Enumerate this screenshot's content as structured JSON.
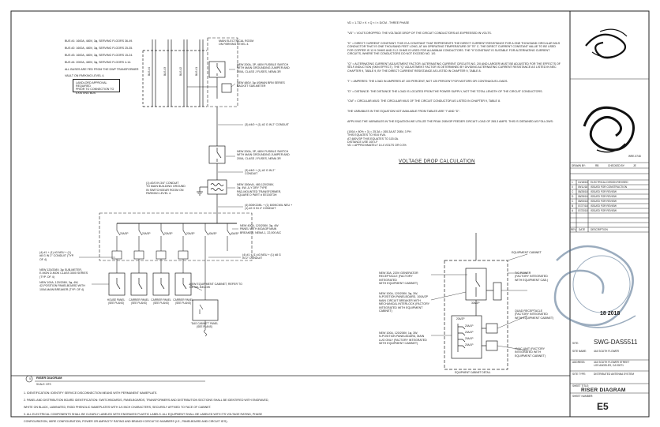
{
  "bus_notes": [
    "BUS #1: 1600A, 480V, 3φ, SERVING FLOORS 36-49.",
    "BUS #2: 1600A, 480V, 3φ, SERVING FLOORS 25-35.",
    "BUS #3: 1600A, 480V, 3φ, SERVING FLOORS 15-24.",
    "BUS #4: 2000A, 480V, 3φ, SERVING FLOORS 4-14.",
    "ALL BUSES ARE FED FROM THE DWP TRANSFORMER",
    "VAULT ON PARKING LEVEL 4."
  ],
  "bus_labels": [
    "BUS #4",
    "BUS #3",
    "BUS #2",
    "BUS #1"
  ],
  "landlord_note": "LANDLORD APPROVAL REQUIRED\nPRIOR TO CONNECTION TO\nEXISTING BUS",
  "main_room": "MAIN ELECTRICAL ROOM\nON PARKING LEVEL 4.",
  "labels": {
    "fused1": "NEW 200A, 3P, 480V FUSIBLE SWITCH\nWITH MAIN GROUNDING JUMPER AND\n200A, CLASS J FUSES, NEMA 3R",
    "meter": "NEW 480V, 3φ 4/0WAN BRN SERIES\nBACKET SUB-METER",
    "cond1": "(3) #4/0 + (1) #2 G IN 2\" CONDUIT",
    "fused2": "NEW 200A, 3P, 480V FUSIBLE SWITCH\nWITH MAIN GROUNDING JUMPER AND\n200A, CLASS J FUSES, NEMA 3R",
    "cond2": "(3) #4/0 + (1) #2 G IN 2\"\nCONDUIT",
    "ground": "(1) #2/0 IN 3/4\" CONDUIT\nTO MAIN BUILDING GROUND\nIN SWITCHGEAR ROOM ON\nPARKING LEVEL 4.",
    "xfmr": "NEW 150kVA, 480-120/208V,\n3φ, 4W, Δ-Y DRY TYPE\nPAD-MOUNTED TRANSFORMER,\nSQUARE D PART # EE150T3H",
    "cond3": "(4) 500KCMIL + (1) 600KCMIL NEU +\n(1) #2 G IN 4\" CONDUIT",
    "mainpanel": "NEW 400A, 120/208V, 3φ, 4W\nPANEL WITH 400A/3P MAIN\nBREAKER, NEMA 1, 22,000 AIC",
    "feeders_l": "(4) #1 + (1) #3 NEU + (1)\n#8 G IN 2\" CONDUIT (TYP.\nOF 4)",
    "feeders_r": "(4) #1 + (1) #3 NEU + (1) #8 G\nIN 2\" CONDUIT",
    "submeter": "NEW 120/208V, 3φ SUB-METER,\nE-MON D-MON CLASS 3000 SERIES\n(TYP. OF 4)",
    "panels": "NEW 100A, 120/208V, 3φ, 4W,\n42-POSITION PANELBOARD WITH\n100A MAIN BREAKER (TYP. OF 4)",
    "equip_refer": "NEW EQUIPMENT CABINET, REFER TO\nDETAIL BELOW",
    "breaker_a": "40A/3P",
    "breaker_b": "20A/3P"
  },
  "panel_labels": [
    "HOUSE PANEL\n(SEE PLANS)",
    "CARRIER PANEL\n(SEE PLANS)",
    "CARRIER PANEL\n(SEE PLANS)",
    "CARRIER PANEL\n(SEE PLANS)"
  ],
  "das_panel": "\"DAS CABINET\" PANEL\n(SEE PLANS)",
  "vd_title": "VOLTAGE DROP CALCULATION",
  "vd_formula": "VD = 1.732 × K × Q × I × D/CM - THREE PHASE",
  "vd_paras": [
    "\"VD\" = VOLTS DROPPED: THE VOLTAGE DROP OF THE CIRCUIT CONDUCTORS AS EXPRESSED IN VOLTS.",
    "\"K\" = DIRECT CURRENT CONSTANT: THIS IS A CONSTANT THAT REPRESENTS THE DIRECT CURRENT RESISTANCE FOR A ONE THOUSAND CIRCULAR MILS CONDUCTOR THAT IS ONE THOUSAND FEET LONG, AT AN OPERATING TEMPERATURE OF 75° C. THE DIRECT CURRENT CONSTANT VALUE TO BE USED FOR COPPER IS 12.9 OHMS AND 21.2 OHMS IS USED FOR ALUMINUM CONDUCTORS. THE \"K\"CONSTANT IS SUITABLE FOR ALTERNATING CURRENT CIRCUITS, WHERE THE CONDUCTORS DO NOT EXCEED NO. 1/0.",
    "\"Q\" = ALTERNATING CURRENT ADJUSTMENT FACTOR: ALTERNATING CURRENT CIRCUITS NO. 2/0 AND LARGER MUST BE ADJUSTED FOR THE EFFECTS OF SELF-INDUCTION (SKIN EFFECT). THE \"Q\" ADJUSTMENT FACTOR IS DETERMINED BY DIVIDING ALTERNATING CURRENT RESISTANCE AS LISTED IN NEC CHAPTER 9, TABLE 9, BY THE DIRECT CURRENT RESISTANCE AS LISTED IN CHAPTER 9, TABLE 8.",
    "\"I\" = AMPERES: THE LOAD IN AMPERES AT 100 PERCENT, NOT 125 PERCENT FOR MOTORS OR CONTINUOUS LOADS.",
    "\"D\" = DISTANCE: THE DISTANCE THE LOAD IS LOCATED FROM THE POWER SUPPLY, NOT THE TOTAL LENGTH OF THE CIRCUIT CONDUCTORS.",
    "\"CM\" = CIRCULAR-MILS: THE CIRCULAR MILS OF THE CIRCUIT CONDUCTOR AS LISTED IN CHAPTER 9, TABLE 8.",
    "THE VARIABLES IN THE EQUATION NOT AVAILABLE FROM TABLES ARE \"I\" AND \"D\".",
    "APPLYING THE VARIABLES IN THE EQUATION WE UTILIZE THE PEAK 208V/3P FEEDER CIRCUIT LOAD OF 265.3 AMPS. THIS IS OBTAINED AS FOLLOWS:"
  ],
  "vd_calc": "(100A × 80% × 3) = 25.3A = 265.3A AT 208V, 3 PH\nTHIS EQUATES TO 95.6 KVA.\nAT 480V/3P THIS EQUATES TO 115.0A.\nDISTANCE USE 100 LF\nVD = APPROXIMATELY 14.4 VOLTS OR 0.3%",
  "cab": {
    "title": "EQUIPMENT CABINET DETAIL",
    "equip_cabinet": "EQUIPMENT CABINET",
    "recep": "NEW 30A, 220V GENERATOR\nRECEPTACLE (FACTORY INTEGRATED\nWITH EQUIPMENT CABINET)",
    "pb1": "NEW 100A, 120/208V, 3φ, 3W,\nN-POSITION PANELBOARD, 100A/2P\nMAIN CIRCUIT BREAKER WITH\nMECHANICAL INTERLOCK (FACTORY\nINTEGRATED WITH EQUIPMENT\nCABINET)",
    "pb2": "NEW 100A, 120/208V, 1φ, 3W,\nN-POSITION PANELBOARD, MAIN\nLUG ONLY (FACTORY INTEGRATED\nWITH EQUIPMENT CABINET)",
    "tvss": "T/C POWER\n(FACTORY INTEGRATED\nWITH EQUIPMENT CAB.)",
    "quad": "QUAD RECEPTACLE\n(FACTORY INTEGRATED\nWITH EQUIPMENT CABINET)",
    "hvac": "HVAC UNIT (FACTORY\nINTEGRATED WITH\nEQUIPMENT CABINET)",
    "brk1": "30A/2P",
    "brk2": "20A/1P",
    "brk3": "20A/2P"
  },
  "riser": {
    "num": "5",
    "title": "RISER DIAGRAM",
    "scale": "SCALE: NTS"
  },
  "general_notes": [
    "1.  IDENTIFICATION: IDENTIFY SERVICE DISCONNECTION MEANS WITH PERMANENT NAMEPLATE.",
    "2.  PANEL AND DISTRIBUTION BOARD IDENTIFICATION: SWITCHBOARDS, PANELBOARDS, TRANSFORMERS AND DISTRIBUTION SECTIONS SHALL BE IDENTIFIED WITH ENGRAVED,",
    "     WHITE ON BLACK, LAMINATED, RIGID PHENOLIC NAMEPLATES WITH 1/4 INCH CHARACTERS, SECURELY AFFIXED TO FACE OF CABINET.",
    "3.  ALL ELECTRICAL COMPONENTS SHALL BE CLEARLY LABELED WITH ENGRAVED PLASTIC LABELS. ALL EQUIPMENT SHALL BE LABELED WITH ITS VOLTAGE RATING, PHASE",
    "     CONFIGURATION, WIRE CONFIGURATION, POWER OR AMPACITY RATING AND BRANCH CIRCUIT ID NUMBERS (I.E., PANELBOARD AND CIRCUIT ID'S)."
  ],
  "title_block": {
    "logo_ref": "WRE-5748",
    "drawn_by_label": "DRAWN BY:",
    "drawn_by": "RB",
    "checked_by_label": "CHECKED BY:",
    "checked_by": "JE",
    "revisions": [
      {
        "rev": "1",
        "date": "10/18/18",
        "desc": "ELECTRICAL DESIGN REVISED"
      },
      {
        "rev": "0",
        "date": "09/11/18",
        "desc": "ISSUED FOR CONSTRUCTION"
      },
      {
        "rev": "C",
        "date": "08/28/18",
        "desc": "ISSUED FOR REVIEW"
      },
      {
        "rev": "D",
        "date": "08/28/18",
        "desc": "ISSUED FOR REVIEW"
      },
      {
        "rev": "C",
        "date": "08/05/18",
        "desc": "ISSUED FOR REVIEW"
      },
      {
        "rev": "B",
        "date": "07/27/18",
        "desc": "ISSUED FOR REVIEW"
      },
      {
        "rev": "A",
        "date": "07/23/18",
        "desc": "ISSUED FOR REVIEW"
      }
    ],
    "rev_header": [
      "REV.",
      "DATE",
      "DESCRIPTION"
    ],
    "stamp_year": "18 2018",
    "site_label": "SITE:",
    "site": "SWG-DAS5511",
    "site_name_label": "SITE NAME:",
    "site_name": "444 SOUTH FLOWER",
    "address_label": "ADDRESS:",
    "address": "444 SOUTH FLOWER STREET\nLOS ANGELES, CA 90071",
    "site_type_label": "SITE TYPE:",
    "site_type": "DISTRIBUTED ANTENNA SYSTEM",
    "sheet_title_label": "SHEET TITLE:",
    "sheet_title": "RISER DIAGRAM",
    "sheet_number_label": "SHEET NUMBER:",
    "sheet_number": "E5"
  }
}
